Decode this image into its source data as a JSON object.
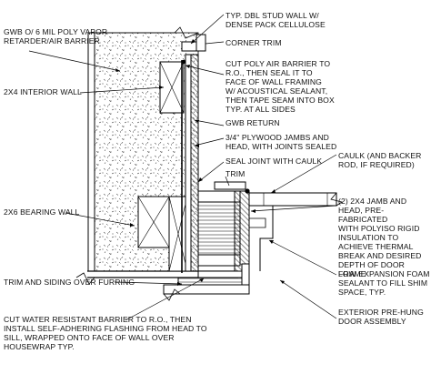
{
  "labels": {
    "gwb_vapor": "GWB O/ 6 MIL POLY VAPOR\nRETARDER/AIR BARRIER",
    "interior_wall": "2X4 INTERIOR WALL",
    "bearing_wall": "2X6 BEARING WALL",
    "trim_siding": "TRIM AND SIDING OVER FURRING",
    "cut_wrb": "CUT WATER RESISTANT BARRIER TO R.O., THEN\nINSTALL SELF-ADHERING FLASHING FROM HEAD TO\nSILL, WRAPPED ONTO FACE OF WALL OVER\nHOUSEWRAP TYP.",
    "dbl_stud": "TYP. DBL STUD WALL W/\nDENSE PACK CELLULOSE",
    "corner_trim": "CORNER TRIM",
    "cut_poly": "CUT POLY AIR BARRIER TO\nR.O., THEN SEAL IT TO\nFACE OF WALL FRAMING\nW/ ACOUSTICAL SEALANT,\nTHEN TAPE SEAM INTO BOX\nTYP. AT ALL SIDES",
    "gwb_return": "GWB RETURN",
    "plywood_jambs": "3/4\" PLYWOOD JAMBS AND\nHEAD, WITH JOINTS SEALED",
    "seal_joint": "SEAL JOINT WITH CAULK",
    "trim": "TRIM",
    "caulk_backer": "CAULK (AND BACKER\nROD, IF REQUIRED)",
    "jamb_head": "(2) 2X4 JAMB AND\nHEAD, PRE-FABRICATED\nWITH POLYISO RIGID\nINSULATION TO\nACHIEVE THERMAL\nBREAK AND DESIRED\nDEPTH OF DOOR FRAME",
    "low_expansion": "LOW EXPANSION FOAM\nSEALANT TO FILL SHIM\nSPACE, TYP.",
    "exterior_door": "EXTERIOR PRE-HUNG\nDOOR ASSEMBLY"
  }
}
